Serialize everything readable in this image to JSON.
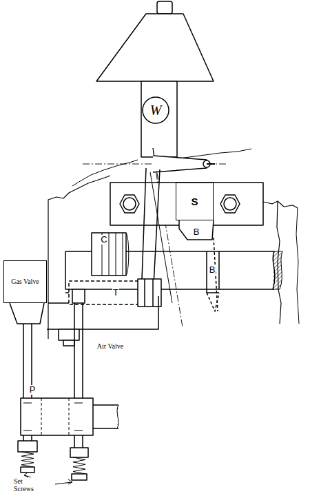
{
  "diagram": {
    "nodes": [
      {
        "text": [
          "W"
        ]
      },
      {
        "text": [
          "S"
        ]
      },
      {
        "text": [
          "Gas Valve"
        ]
      }
    ],
    "labels": [
      "C",
      "B",
      "B",
      "T",
      "Air Valve",
      "P",
      "Set Screws"
    ]
  }
}
